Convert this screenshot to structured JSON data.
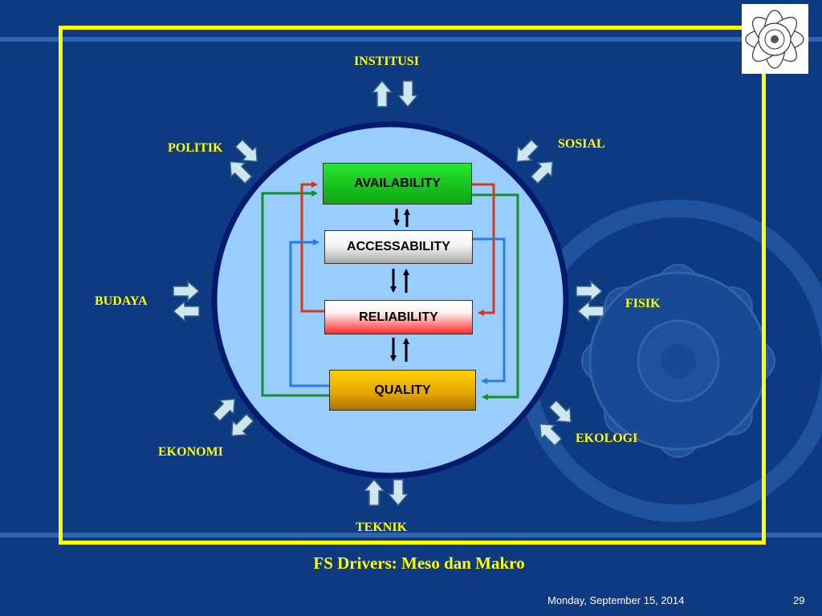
{
  "colors": {
    "background": "#0e3a82",
    "frame": "#ffff00",
    "circle_fill": "#99ccff",
    "circle_border": "#001a6e",
    "label_text": "#ffff00",
    "arrow_fill": "#cde7ee"
  },
  "diagram": {
    "outer_labels": {
      "institusi": "INSTITUSI",
      "sosial": "SOSIAL",
      "politik": "POLITIK",
      "budaya": "BUDAYA",
      "fisik": "FISIK",
      "ekonomi": "EKONOMI",
      "ekologi": "EKOLOGI",
      "teknik": "TEKNIK"
    },
    "boxes": {
      "availability": "AVAILABILITY",
      "accessability": "ACCESSABILITY",
      "reliability": "RELIABILITY",
      "quality": "QUALITY"
    }
  },
  "caption": "FS Drivers: Meso dan Makro",
  "footer": {
    "date": "Monday, September 15, 2014",
    "page_number": "29"
  }
}
